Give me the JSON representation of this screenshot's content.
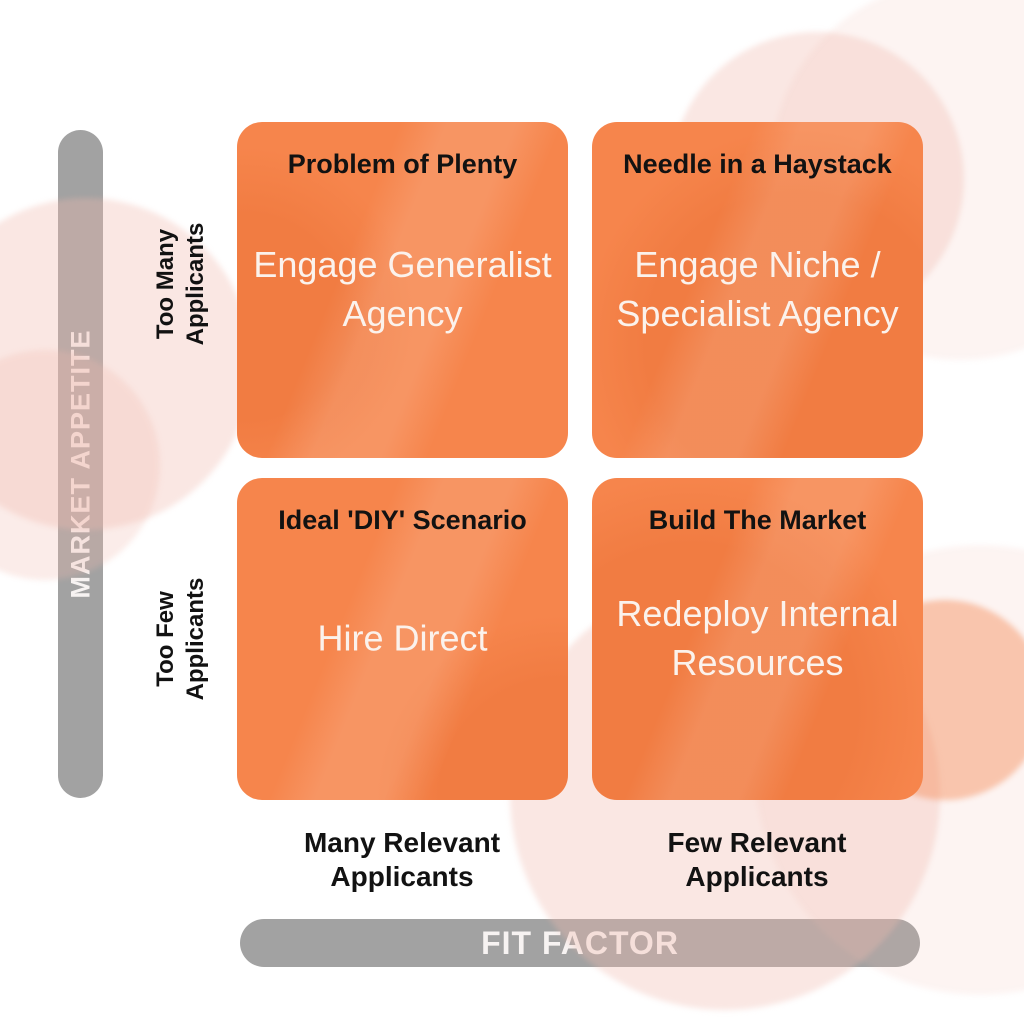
{
  "colors": {
    "quadrant_orange": "#F6854C",
    "quadrant_blob": "rgba(223,92,31,0.22)",
    "axis_bar_gray": "#A2A2A2",
    "title_black": "#121212",
    "action_white": "#FBF2EC",
    "bar_label_white": "#F7F3F2",
    "background_pink": "rgba(241,187,175,0.35)",
    "deep_orange_accent": "rgba(243,140,88,0.45)"
  },
  "y_axis": {
    "bar_label": "MARKET APPETITE",
    "top_label": "Too Many Applicants",
    "bottom_label": "Too Few Applicants"
  },
  "x_axis": {
    "bar_label": "FIT FACTOR",
    "left_label": "Many Relevant Applicants",
    "right_label": "Few Relevant Applicants"
  },
  "quadrants": {
    "top_left": {
      "title": "Problem of Plenty",
      "action": "Engage Generalist Agency"
    },
    "top_right": {
      "title": "Needle in a Haystack",
      "action": "Engage Niche / Specialist Agency"
    },
    "bottom_left": {
      "title": "Ideal 'DIY' Scenario",
      "action": "Hire Direct"
    },
    "bottom_right": {
      "title": "Build The Market",
      "action": "Redeploy Internal Resources"
    }
  }
}
